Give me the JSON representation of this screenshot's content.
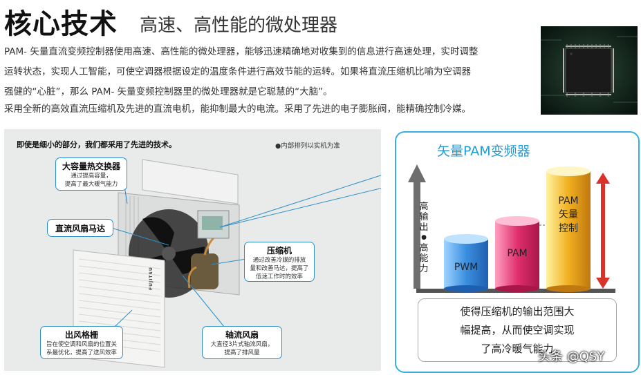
{
  "header": {
    "title": "核心技术",
    "subtitle": "高速、高性能的微处理器"
  },
  "intro": {
    "lines": [
      "PAM- 矢量直流变频控制器使用高速、高性能的微处理器，能够迅速精确地对收集到的信息进行高速处理，实时调整",
      "运转状态，实现人工智能，可使空调器根据设定的温度条件进行高效节能的运转。如果将直流压缩机比喻为空调器",
      "强健的“心脏”，那么 PAM- 矢量变频控制器里的微处理器就是它聪慧的“大脑”。",
      "采用全新的高效直流压缩机及先进的直流电机，能抑制最大的电流。采用了先进的电子膨胀阀，能精确控制冷媒。"
    ]
  },
  "unit_panel": {
    "header": "即使是细小的部分，我们都采用了先进的技术。",
    "note": "●内部排列以实机为准",
    "brand": "FUJITSU",
    "callouts": {
      "heat_exchanger": {
        "title": "大容量热交换器",
        "desc": [
          "通过提高容量，",
          "提高了最大暖气能力"
        ]
      },
      "fan_motor": {
        "title": "直流风扇马达"
      },
      "compressor": {
        "title": "压缩机",
        "desc": [
          "通过改善冷媒的排放",
          "量和改善马达，提高了",
          "低速工作时的效率"
        ]
      },
      "grille": {
        "title": "出风格栅",
        "desc": [
          "旨在使空调和风扇的位置关",
          "系最优化，提高了送风效率"
        ]
      },
      "axial_fan": {
        "title": "轴流风扇",
        "desc": [
          "大直径3片式轴流风扇，",
          "提高了排风量"
        ]
      }
    }
  },
  "pam_panel": {
    "title": "矢量PAM变频器",
    "axis_label": [
      "高",
      "输",
      "出",
      "●",
      "高",
      "能",
      "力"
    ],
    "bars": [
      {
        "label": [
          "PWM"
        ],
        "level": 1,
        "color": "#3b8fe0"
      },
      {
        "label": [
          "PAM"
        ],
        "level": 2,
        "color": "#e0306e"
      },
      {
        "label": [
          "PAM",
          "矢量",
          "控制"
        ],
        "level": 3,
        "color": "#f0b020"
      }
    ],
    "caption": [
      "使得压缩机的输出范围大",
      "幅提高，从而使空调实现",
      "了高冷暖气能力"
    ],
    "colors": {
      "accent": "#1f9bd6",
      "arrow": "#d9342b",
      "axis": "#666666"
    }
  },
  "watermark": "头条 @QSY"
}
